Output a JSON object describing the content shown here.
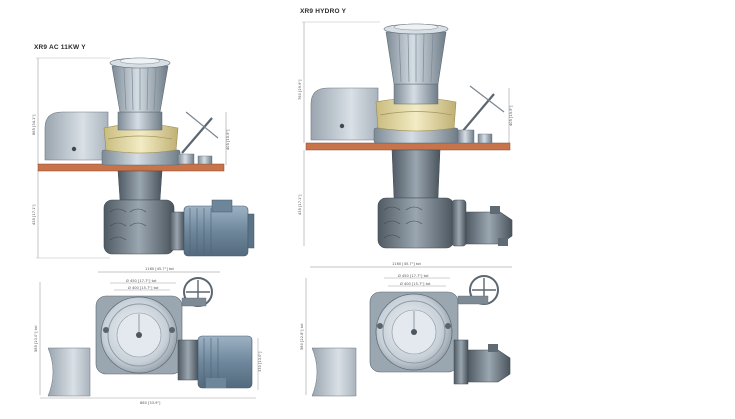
{
  "left_title": "XR9 AC 11KW Y",
  "right_title": "XR9 HYDRO Y",
  "left_dims": {
    "total_height": "865 [34.1\"]",
    "handle_height": "405 [15.9\"]",
    "below_deck": "435 [17.1\"]",
    "plan_width": "1160 [45.7\"] tot",
    "circle_outer": "Ø 450 [17.7\"] tot",
    "circle_inner": "Ø 400 [15.7\"] tot",
    "plan_depth": "585 [23.0\"] tot",
    "base_width": "860 [33.9\"]",
    "side_right": "330 [13.0\"]"
  },
  "right_dims": {
    "total_height": "760 [29.9\"]",
    "handle_height": "405 [15.9\"]",
    "below_deck": "435 [17.1\"]",
    "plan_width": "1160 [45.7\"] tot",
    "circle_outer": "Ø 450 [17.7\"] tot",
    "circle_inner": "Ø 400 [15.7\"] tot",
    "plan_depth": "580 [22.8\"] tot"
  },
  "colors": {
    "deck": "#c8734a",
    "steel": "#8e9aa4",
    "steel_light": "#c9d3dc",
    "dark_steel": "#5e6a74",
    "brass": "#e7dba6",
    "motor": "#7e98ad",
    "hood": "#b5bfc8"
  }
}
